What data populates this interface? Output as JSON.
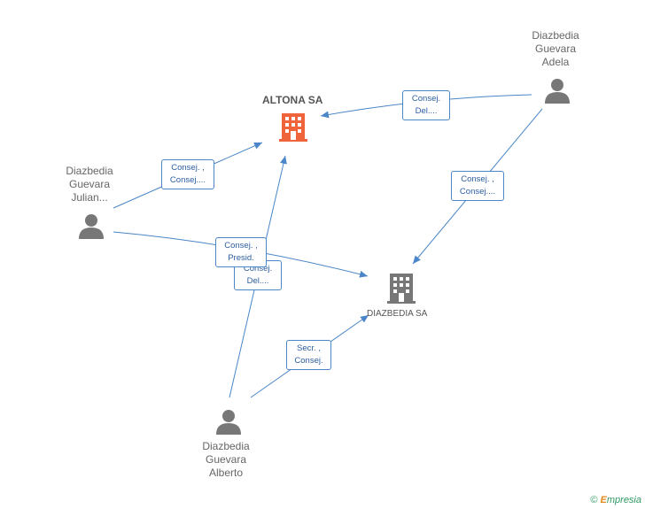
{
  "companies": {
    "altona": {
      "label": "ALTONA SA",
      "color": "#f0643c"
    },
    "diazbedia": {
      "label": "DIAZBEDIA SA",
      "color": "#777777"
    }
  },
  "persons": {
    "adela": {
      "label": "Diazbedia\nGuevara\nAdela"
    },
    "julian": {
      "label": "Diazbedia\nGuevara\nJulian..."
    },
    "alberto": {
      "label": "Diazbedia\nGuevara\nAlberto"
    }
  },
  "edges": {
    "adela_altona": {
      "line1": "Consej.",
      "line2": "Del...."
    },
    "adela_diazbedia": {
      "line1": "Consej. ,",
      "line2": "Consej...."
    },
    "julian_altona": {
      "line1": "Consej. ,",
      "line2": "Consej...."
    },
    "julian_diazbedia": {
      "line1": "Consej. ,",
      "line2": "Presid."
    },
    "alberto_altona": {
      "line1": "Consej.",
      "line2": "Del...."
    },
    "alberto_diazbedia": {
      "line1": "Secr. ,",
      "line2": "Consej."
    }
  },
  "colors": {
    "edge": "#4a86c8",
    "person_icon": "#777777"
  },
  "footer": {
    "copyright": "©",
    "brand_first": "E",
    "brand_rest": "mpresia"
  }
}
